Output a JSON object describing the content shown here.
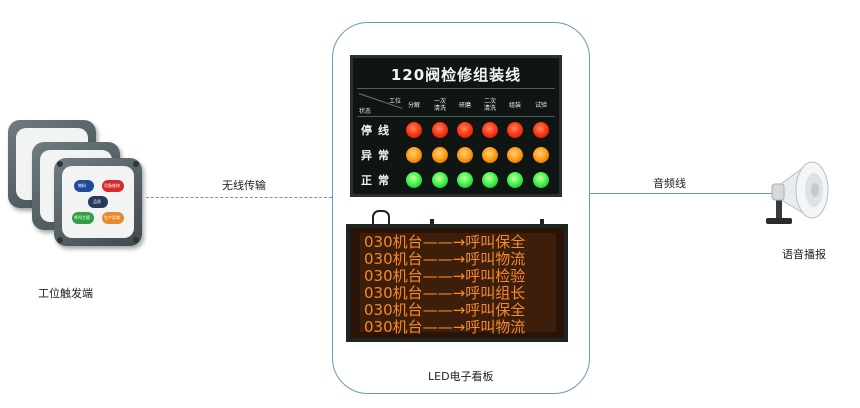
{
  "terminal": {
    "caption": "工位触发端",
    "button_labels": [
      "物料",
      "设备维修",
      "品质",
      "呼叫主管",
      "生产异常"
    ]
  },
  "links": {
    "wireless_label": "无线传输",
    "audio_label": "音频线"
  },
  "status_board": {
    "title": "120阀检修组装线",
    "corner_state": "状态",
    "corner_station": "工位",
    "stages": [
      [
        "分解",
        ""
      ],
      [
        "一次",
        "清洗"
      ],
      [
        "研磨",
        ""
      ],
      [
        "二次",
        "清洗"
      ],
      [
        "组装",
        ""
      ],
      [
        "试验",
        ""
      ]
    ],
    "rows": [
      {
        "label": "停线",
        "color": "#ff3b14"
      },
      {
        "label": "异常",
        "color": "#ff9a12"
      },
      {
        "label": "正常",
        "color": "#3cf24a"
      }
    ]
  },
  "led_sign": {
    "caption": "LED电子看板",
    "text_color": "#f58a2a",
    "lines": [
      "030机台——→呼叫保全",
      "030机台——→呼叫物流",
      "030机台——→呼叫检验",
      "030机台——→呼叫组长",
      "030机台——→呼叫保全",
      "030机台——→呼叫物流"
    ]
  },
  "speaker": {
    "caption": "语音播报"
  }
}
